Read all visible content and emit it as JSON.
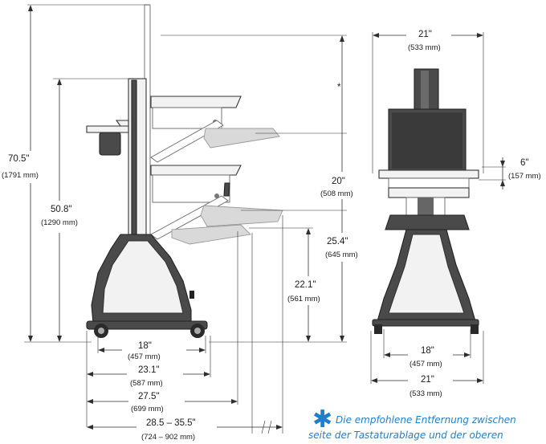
{
  "dimensions": {
    "total_height": {
      "main": "70.5\"",
      "sub": "(1791 mm)"
    },
    "work_height": {
      "main": "50.8\"",
      "sub": "(1290 mm)"
    },
    "screen_to_keyboard": {
      "main": "20\"",
      "sub": "(508 mm)"
    },
    "keyboard_height": {
      "main": "25.4\"",
      "sub": "(645 mm)"
    },
    "tray_height": {
      "main": "22.1\"",
      "sub": "(561 mm)"
    },
    "side_depth_base": {
      "main": "18\"",
      "sub": "(457 mm)"
    },
    "side_depth_tray": {
      "main": "23.1\"",
      "sub": "(587 mm)"
    },
    "side_depth_keyboard": {
      "main": "27.5\"",
      "sub": "(699 mm)"
    },
    "side_depth_range": {
      "main": "28.5 – 35.5\"",
      "sub": "(724 – 902 mm)"
    },
    "front_width_top": {
      "main": "21\"",
      "sub": "(533 mm)"
    },
    "front_offset": {
      "main": "6\"",
      "sub": "(157 mm)"
    },
    "front_width_base": {
      "main": "18\"",
      "sub": "(457 mm)"
    },
    "front_width_bottom": {
      "main": "21\"",
      "sub": "(533 mm)"
    },
    "asterisk_mark": "*"
  },
  "footnote": {
    "line1": "Die empfohlene Entfernung zwischen",
    "line2": "seite der Tastaturablage und der oberen"
  },
  "colors": {
    "accent": "#1f7fc8",
    "line": "#2e2e2e",
    "cart_dark": "#4a4a4a",
    "cart_light": "#f2f2f2"
  }
}
